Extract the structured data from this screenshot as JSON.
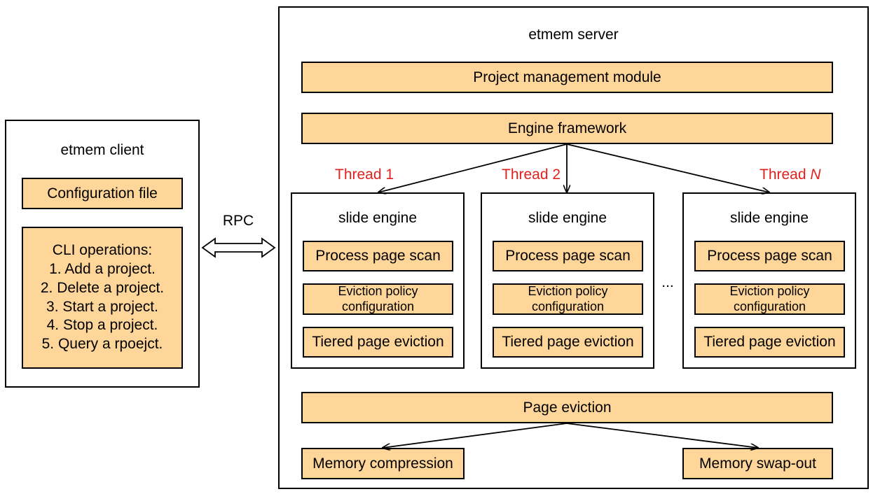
{
  "client": {
    "title": "etmem client",
    "config_file": "Configuration file",
    "cli_title": "CLI operations:",
    "operations": [
      "1. Add a project.",
      "2. Delete a project.",
      "3. Start a project.",
      "4. Stop a project.",
      "5. Query a rpoejct."
    ]
  },
  "rpc_label": "RPC",
  "server": {
    "title": "etmem server",
    "project_management": "Project management module",
    "engine_framework": "Engine framework",
    "threads": [
      {
        "prefix": "Thread 1",
        "suffix": ""
      },
      {
        "prefix": "Thread 2",
        "suffix": ""
      },
      {
        "prefix": "Thread ",
        "suffix": "N"
      }
    ],
    "engines": [
      {
        "title": "slide engine",
        "scan": "Process page scan",
        "policy_line1": "Eviction policy",
        "policy_line2": "configuration",
        "tiered": "Tiered page eviction"
      },
      {
        "title": "slide engine",
        "scan": "Process page scan",
        "policy_line1": "Eviction policy",
        "policy_line2": "configuration",
        "tiered": "Tiered page eviction"
      },
      {
        "title": "slide engine",
        "scan": "Process page scan",
        "policy_line1": "Eviction policy",
        "policy_line2": "configuration",
        "tiered": "Tiered page eviction"
      }
    ],
    "ellipsis": "...",
    "page_eviction": "Page eviction",
    "memory_compression": "Memory compression",
    "memory_swap_out": "Memory swap-out"
  },
  "colors": {
    "box_fill": "#FFD699",
    "thread_label": "#E0211D"
  }
}
